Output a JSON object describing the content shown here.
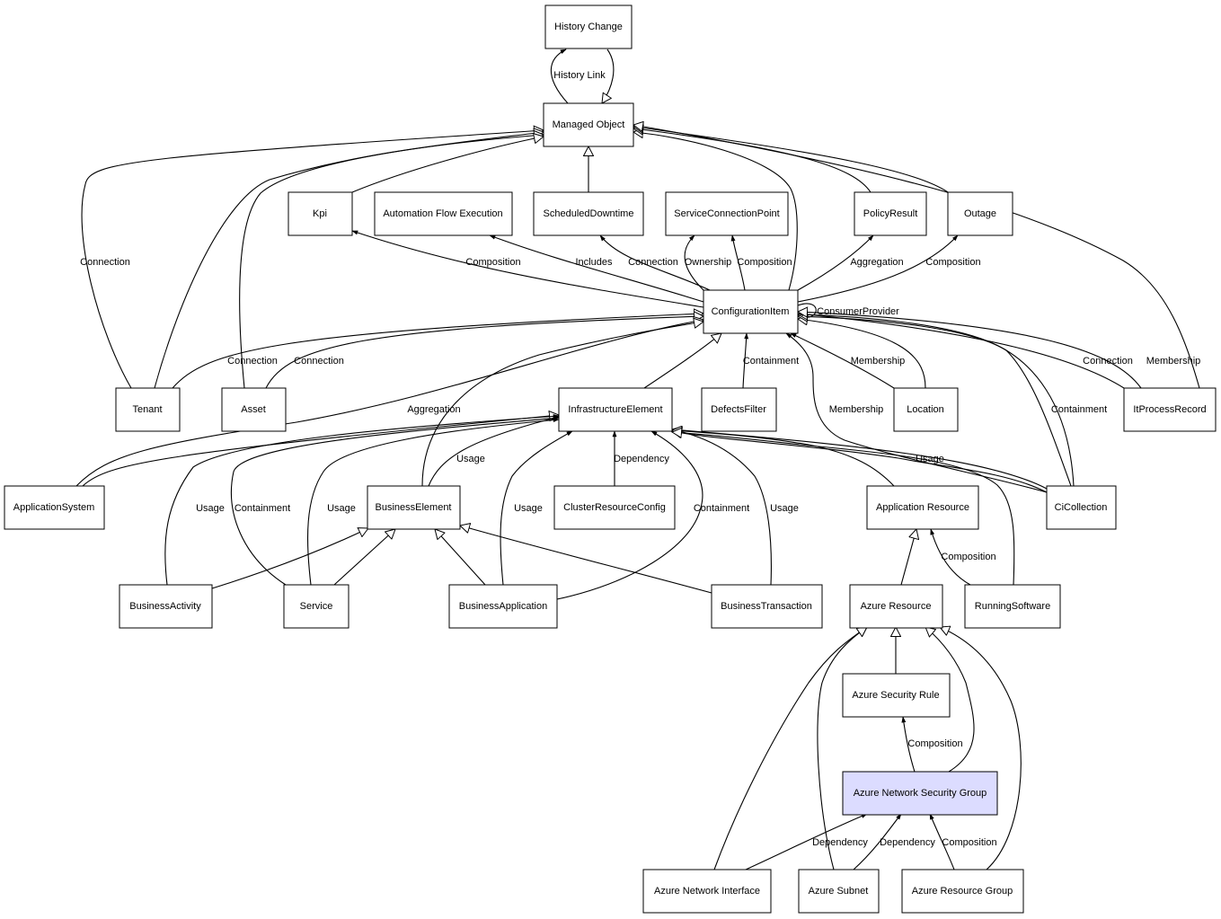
{
  "colors": {
    "highlight_fill": "#dcdcff",
    "stroke": "#000000",
    "background": "#ffffff"
  },
  "nodes": [
    {
      "id": "history_change",
      "label": "History Change"
    },
    {
      "id": "managed_object",
      "label": "Managed Object"
    },
    {
      "id": "kpi",
      "label": "Kpi"
    },
    {
      "id": "automation_flow_execution",
      "label": "Automation Flow Execution"
    },
    {
      "id": "scheduled_downtime",
      "label": "ScheduledDowntime"
    },
    {
      "id": "service_connection_point",
      "label": "ServiceConnectionPoint"
    },
    {
      "id": "policy_result",
      "label": "PolicyResult"
    },
    {
      "id": "outage",
      "label": "Outage"
    },
    {
      "id": "configuration_item",
      "label": "ConfigurationItem"
    },
    {
      "id": "tenant",
      "label": "Tenant"
    },
    {
      "id": "asset",
      "label": "Asset"
    },
    {
      "id": "infrastructure_element",
      "label": "InfrastructureElement"
    },
    {
      "id": "defects_filter",
      "label": "DefectsFilter"
    },
    {
      "id": "location",
      "label": "Location"
    },
    {
      "id": "it_process_record",
      "label": "ItProcessRecord"
    },
    {
      "id": "application_system",
      "label": "ApplicationSystem"
    },
    {
      "id": "business_element",
      "label": "BusinessElement"
    },
    {
      "id": "cluster_resource_config",
      "label": "ClusterResourceConfig"
    },
    {
      "id": "application_resource",
      "label": "Application Resource"
    },
    {
      "id": "ci_collection",
      "label": "CiCollection"
    },
    {
      "id": "business_activity",
      "label": "BusinessActivity"
    },
    {
      "id": "service",
      "label": "Service"
    },
    {
      "id": "business_application",
      "label": "BusinessApplication"
    },
    {
      "id": "business_transaction",
      "label": "BusinessTransaction"
    },
    {
      "id": "azure_resource",
      "label": "Azure Resource"
    },
    {
      "id": "running_software",
      "label": "RunningSoftware"
    },
    {
      "id": "azure_security_rule",
      "label": "Azure Security Rule"
    },
    {
      "id": "azure_network_security_group",
      "label": "Azure Network Security Group",
      "highlight": true
    },
    {
      "id": "azure_network_interface",
      "label": "Azure Network Interface"
    },
    {
      "id": "azure_subnet",
      "label": "Azure Subnet"
    },
    {
      "id": "azure_resource_group",
      "label": "Azure Resource Group"
    }
  ],
  "edges": [
    {
      "id": "e_history_link",
      "label": "History Link"
    },
    {
      "id": "e_conn_tenant",
      "label": "Connection"
    },
    {
      "id": "e_comp_kpi",
      "label": "Composition"
    },
    {
      "id": "e_includes",
      "label": "Includes"
    },
    {
      "id": "e_conn_sd",
      "label": "Connection"
    },
    {
      "id": "e_ownership",
      "label": "Ownership"
    },
    {
      "id": "e_comp_scp",
      "label": "Composition"
    },
    {
      "id": "e_aggregation_pr",
      "label": "Aggregation"
    },
    {
      "id": "e_comp_outage",
      "label": "Composition"
    },
    {
      "id": "e_consumer_provider",
      "label": "ConsumerProvider"
    },
    {
      "id": "e_conn_tenant_ci",
      "label": "Connection"
    },
    {
      "id": "e_conn_asset_ci",
      "label": "Connection"
    },
    {
      "id": "e_aggregation_as",
      "label": "Aggregation"
    },
    {
      "id": "e_containment_df",
      "label": "Containment"
    },
    {
      "id": "e_membership_loc",
      "label": "Membership"
    },
    {
      "id": "e_membership_cic",
      "label": "Membership"
    },
    {
      "id": "e_containment_cic",
      "label": "Containment"
    },
    {
      "id": "e_conn_ipr",
      "label": "Connection"
    },
    {
      "id": "e_membership_ipr",
      "label": "Membership"
    },
    {
      "id": "e_usage_be",
      "label": "Usage"
    },
    {
      "id": "e_dependency_crc",
      "label": "Dependency"
    },
    {
      "id": "e_usage_cic",
      "label": "Usage"
    },
    {
      "id": "e_usage_ba",
      "label": "Usage"
    },
    {
      "id": "e_containment_svc",
      "label": "Containment"
    },
    {
      "id": "e_usage_svc",
      "label": "Usage"
    },
    {
      "id": "e_usage_bapp",
      "label": "Usage"
    },
    {
      "id": "e_containment_bapp",
      "label": "Containment"
    },
    {
      "id": "e_usage_bt",
      "label": "Usage"
    },
    {
      "id": "e_comp_rs",
      "label": "Composition"
    },
    {
      "id": "e_comp_nsg_rule",
      "label": "Composition"
    },
    {
      "id": "e_dep_nic",
      "label": "Dependency"
    },
    {
      "id": "e_dep_subnet",
      "label": "Dependency"
    },
    {
      "id": "e_comp_rg",
      "label": "Composition"
    }
  ]
}
